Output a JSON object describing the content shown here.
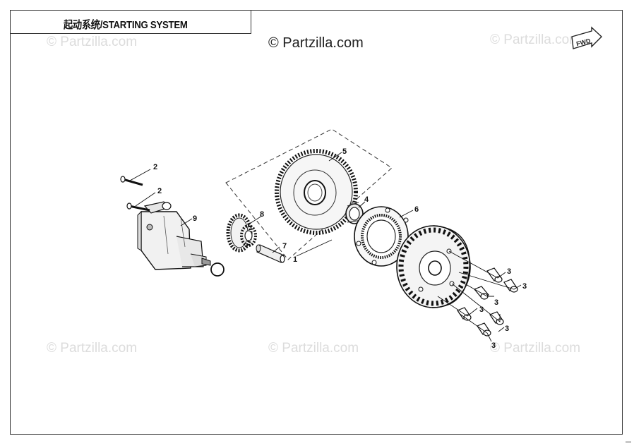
{
  "title": "起动系统/STARTING SYSTEM",
  "copyright": "© Partzilla.com",
  "watermarks": [
    "© Partzilla.com",
    "© Partzilla.com",
    "© Partzilla.com",
    "© Partzilla.com",
    "© Partzilla.com"
  ],
  "fwd_label": "FWD",
  "callouts": [
    "1",
    "2",
    "2",
    "3",
    "3",
    "3",
    "3",
    "3",
    "3",
    "4",
    "5",
    "6",
    "7",
    "8",
    "9"
  ]
}
